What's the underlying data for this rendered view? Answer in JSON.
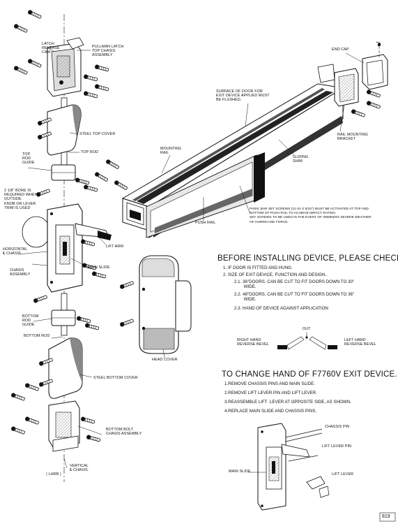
{
  "labels": {
    "latch_release_cam": "LATCH\nRELEASE\nCAM",
    "pullman_latch": "PULLMAN LATCH\nTOP CHASIS\nASSEMBLY",
    "end_cap": "END CAP",
    "surface_of_door": "SURFACE OF DOOR FOR\nEXIT DEVICE APPLIED MUST\nBE FLUSHED.",
    "steel_top_cover": "STEEL TOP COVER",
    "top_rod": "TOP ROD",
    "top_rod_guide": "TOP\nROD\nGUIDE",
    "mounting_rail": "MOUNTING\nRAIL",
    "sliding_shim": "SLIDING\nSHIM",
    "rail_mounting_bracket": "RAIL MOUNTING\nBRACKET",
    "bore_note": "2 1/8\" BORE IS\nREQUIRED WHEN\nOUTSIDE\nKNOB OR LEVER\nTRIM IS USED",
    "push_rail": "PUSH RAIL",
    "set_screw_note": "PANIC BAR SET SCREWS (12-24 X 5/16\") MUST BE ACTIVATED AT TOP AND\nBOTTOM OF PUSH RAIL TO ACHIEVE IMPACT RATING.\nSET SCREWS TO BE USED IN THE EVENT OF IMMINENT SEVERE WEATHER\nOF HURRICANE FORCE.",
    "horizontal_chassis": "HORIZONTAL\n℄ CHASIS",
    "lift_arm": "LIFT ARM",
    "chassis_assembly": "CHASIS\nASSEMBLY",
    "main_slide": "MAIN SLIDE",
    "bottom_rod_guide": "BOTTOM\nROD\nGUIDE",
    "bottom_rod": "BOTTOM ROD",
    "head_cover": "HEAD COVER",
    "steel_bottom_cover": "STEEL BOTTOM COVER",
    "bottom_bolt": "BOTTOM BOLT\nCHASIS ASSEMBLY",
    "lhrb": "( LHRB )",
    "vertical_chassis": "VERTICAL\n℄ CHASIS"
  },
  "checklist": {
    "title": "BEFORE INSTALLING DEVICE, PLEASE CHECK:",
    "items": [
      "1. IF DOOR IS FITTED AND HUNG.",
      "2. SIZE OF EXIT DEVICE, FUNCTION AND DESIGN..",
      "2.1. 36\"DOORS, CAN BE CUT TO FIT DOORS DOWN TO 30\"\n        WIDE.",
      "2.2. 48\"DOORS, CAN BE CUT TO FIT DOORS DOWN TO 36\"\n        WIDE.",
      "2.3. HAND OF DEVICE AGAINST APPLICATION"
    ]
  },
  "bevel": {
    "out": "OUT",
    "right": "RIGHT HAND\nREVERSE BEVEL",
    "left": "LEFT HAND\nREVERSE BEVEL"
  },
  "change_hand": {
    "title": "TO CHANGE HAND OF F7760V EXIT DEVICE.",
    "steps": [
      "1.REMOVE CHASSIS PINS AND MAIN SLIDE.",
      "2.REMOVE LIFT LEVER PIN AND LIFT LEVER.",
      "3.REASSEMBLE LIFT  LEVER AT OPPOSITE SIDE, AS SHOWN.",
      "4.REPLACE MAIN SLIDE AND CHASSIS PINS."
    ],
    "chassis_pin": "CHASSIS PIN",
    "lift_lever_pin": "LIFT LEVER PIN",
    "main_slide": "MAIN SLIDE",
    "lift_lever": "LIFT LEVER"
  },
  "page_number": "819"
}
